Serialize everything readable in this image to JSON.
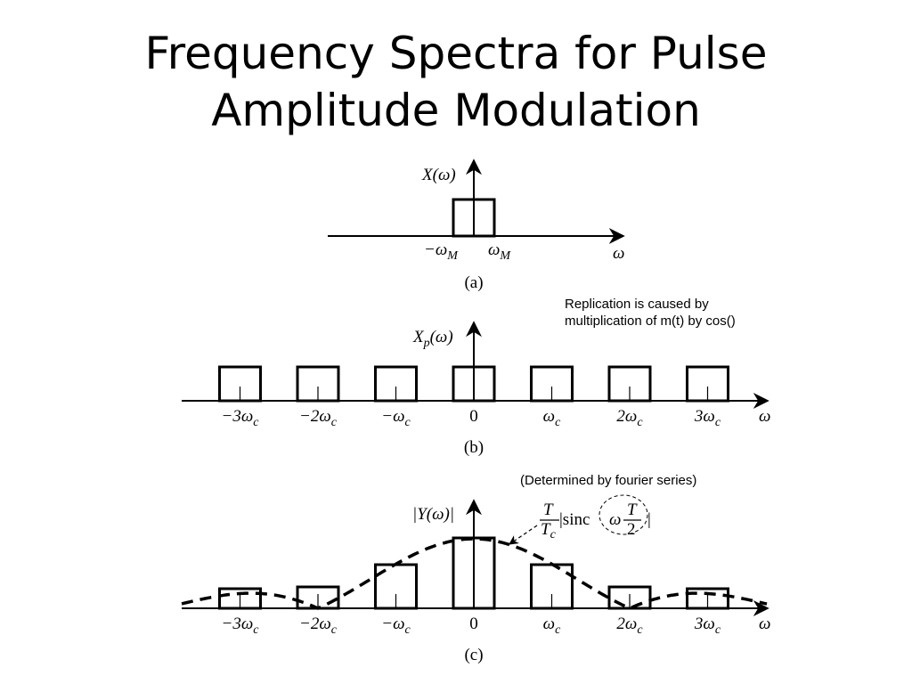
{
  "slide": {
    "title_line1": "Frequency Spectra for Pulse",
    "title_line2": "Amplitude Modulation",
    "note_replication_line1": "Replication is caused by",
    "note_replication_line2": "multiplication of m(t) by cos()",
    "note_fourier": "(Determined by fourier series)"
  },
  "diagram": {
    "omega_symbol": "ω",
    "panel_a": {
      "ylabel_main": "X(",
      "ylabel_omega": "ω",
      "ylabel_close": ")",
      "tick_neg": "−ω",
      "tick_pos": "ω",
      "tick_sub": "M",
      "caption": "(a)"
    },
    "panel_b": {
      "ylabel_main": "X",
      "ylabel_sub": "p",
      "ylabel_rest": "(ω)",
      "caption": "(b)"
    },
    "panel_c": {
      "ylabel": "|Y(ω)|",
      "caption": "(c)",
      "formula_T": "T",
      "formula_Tc": "T",
      "formula_c": "c",
      "formula_sinc": "|sinc",
      "formula_omega": "ω",
      "formula_T2_num": "T",
      "formula_T2_den": "2",
      "formula_bar": "|"
    },
    "tick_labels": [
      {
        "coef": "−3ω",
        "sub": "c"
      },
      {
        "coef": "−2ω",
        "sub": "c"
      },
      {
        "coef": "−ω",
        "sub": "c"
      },
      {
        "coef": "0",
        "sub": ""
      },
      {
        "coef": "ω",
        "sub": "c"
      },
      {
        "coef": "2ω",
        "sub": "c"
      },
      {
        "coef": "3ω",
        "sub": "c"
      }
    ]
  }
}
